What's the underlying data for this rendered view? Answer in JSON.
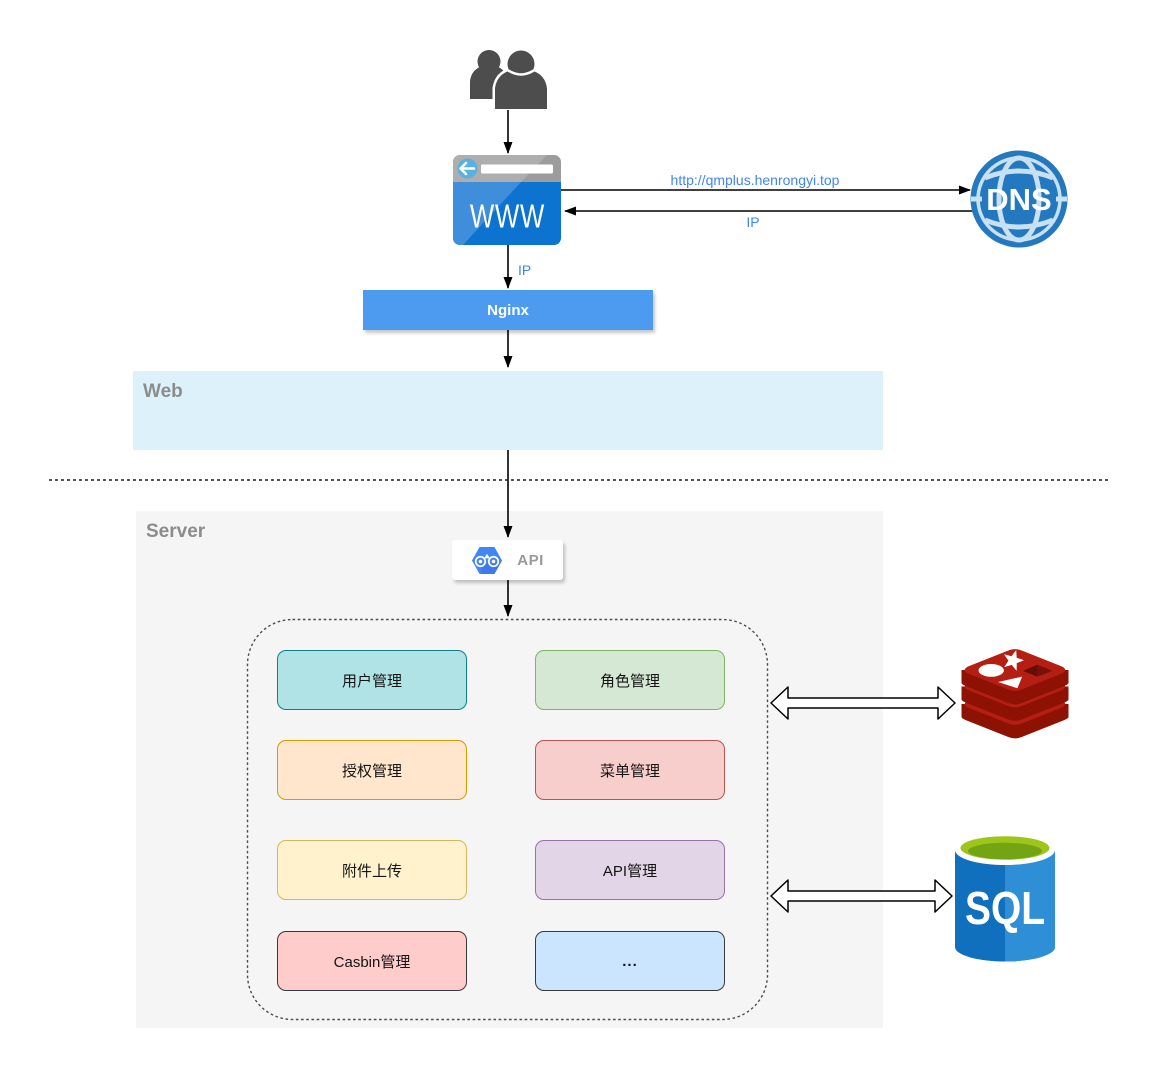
{
  "zones": {
    "web": {
      "label": "Web"
    },
    "server": {
      "label": "Server"
    }
  },
  "nodes": {
    "users": {
      "icon": "users-icon"
    },
    "browser": {
      "label": "WWW",
      "icon": "browser-icon"
    },
    "dns": {
      "label": "DNS",
      "icon": "globe-icon"
    },
    "nginx": {
      "label": "Nginx"
    },
    "api": {
      "label": "API",
      "icon": "api-hexagon-icon"
    },
    "redis": {
      "icon": "redis-database-icon"
    },
    "sql": {
      "label": "SQL",
      "icon": "sql-database-icon"
    }
  },
  "edges": {
    "browser_to_dns_label": "http://qmplus.henrongyi.top",
    "dns_to_browser_label": "IP",
    "browser_to_nginx_label": "IP"
  },
  "modules": [
    {
      "label": "用户管理",
      "fill": "#b0e3e6",
      "stroke": "#0e8088"
    },
    {
      "label": "角色管理",
      "fill": "#d5e8d4",
      "stroke": "#82b366"
    },
    {
      "label": "授权管理",
      "fill": "#ffe6cc",
      "stroke": "#d79b00"
    },
    {
      "label": "菜单管理",
      "fill": "#f8cecc",
      "stroke": "#b85450"
    },
    {
      "label": "附件上传",
      "fill": "#fff2cc",
      "stroke": "#d6b656"
    },
    {
      "label": "API管理",
      "fill": "#e1d5e7",
      "stroke": "#9673a6"
    },
    {
      "label": "Casbin管理",
      "fill": "#ffcccc",
      "stroke": "#36393d"
    },
    {
      "label": "...",
      "fill": "#cce5ff",
      "stroke": "#36393d"
    }
  ],
  "colors": {
    "edge_label": "#4285f4",
    "nginx_fill": "#4d9bf0",
    "web_zone_fill": "#ddf1fb",
    "server_zone_fill": "#f5f5f5",
    "line": "#000000"
  }
}
